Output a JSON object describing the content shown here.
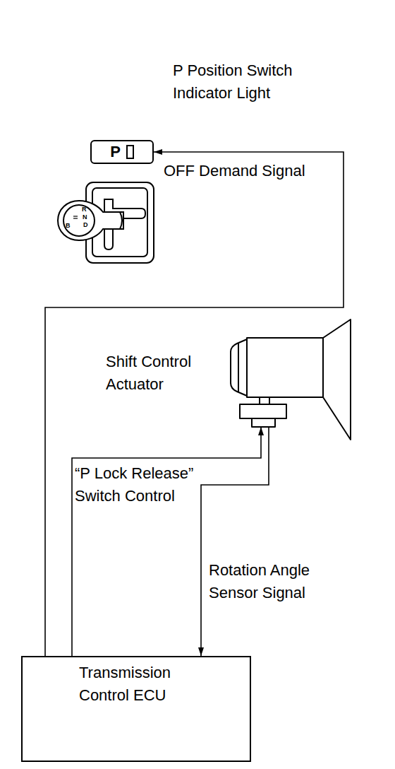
{
  "diagram": {
    "nodes": [
      {
        "text": [
          "P"
        ]
      },
      {
        "text": [
          "Shift Control Actuator"
        ]
      },
      {
        "text": [
          "Transmission Control ECU"
        ]
      }
    ],
    "edges": [
      {
        "from": 2,
        "to": 0,
        "arrow": "to",
        "label": "OFF Demand Signal"
      },
      {
        "from": 2,
        "to": 1,
        "arrow": "to",
        "label": "“P Lock Release” Switch Control"
      },
      {
        "from": 1,
        "to": 2,
        "arrow": "to",
        "label": "Rotation Angle Sensor Signal"
      }
    ],
    "labels": [
      "P Position Switch Indicator Light",
      "R",
      "N",
      "D",
      "B"
    ]
  }
}
